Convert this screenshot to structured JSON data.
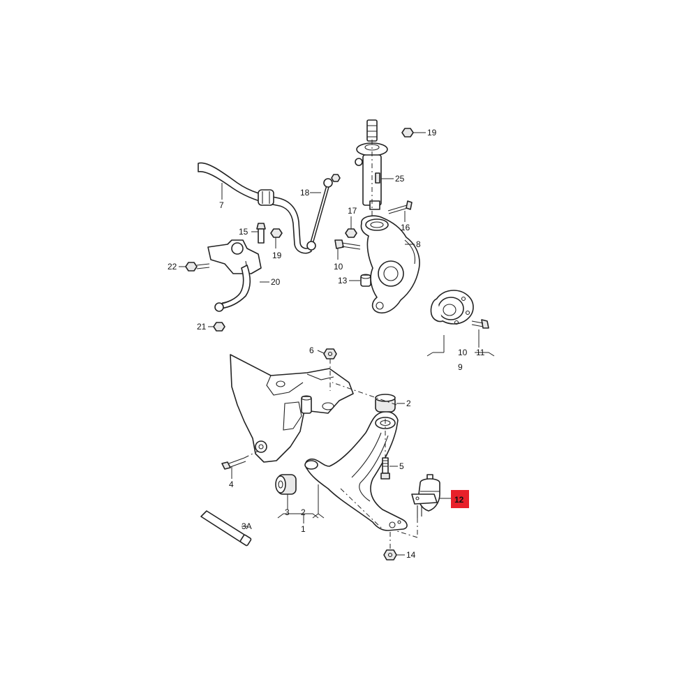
{
  "highlight": {
    "part": "12",
    "color": "#e8202a"
  },
  "labels": {
    "p1": "1",
    "p2a": "2",
    "p2b": "2",
    "p3": "3",
    "p3A": "3A",
    "p4": "4",
    "p5": "5",
    "p6": "6",
    "p7": "7",
    "p8": "8",
    "p9": "9",
    "p10a": "10",
    "p10b": "10",
    "p11": "11",
    "p12": "12",
    "p13": "13",
    "p14": "14",
    "p15": "15",
    "p16": "16",
    "p17": "17",
    "p18": "18",
    "p19a": "19",
    "p19b": "19",
    "p20": "20",
    "p21": "21",
    "p22": "22",
    "p25": "25"
  }
}
